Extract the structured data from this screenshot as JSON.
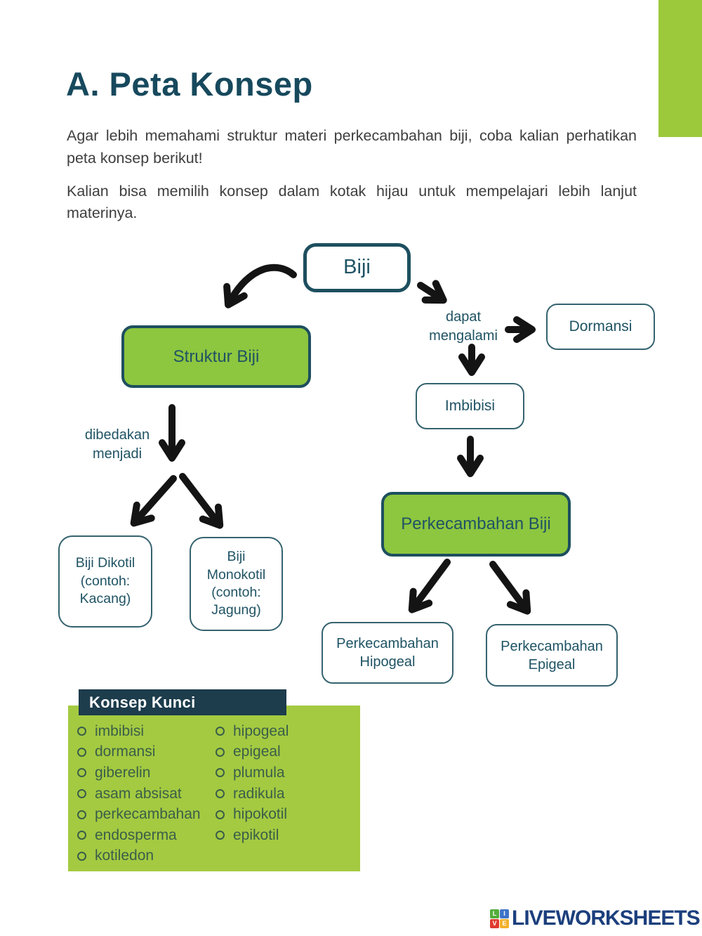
{
  "page": {
    "title": "A. Peta Konsep",
    "paragraph1": "Agar lebih memahami struktur materi perkecambahan biji, coba kalian perhatikan peta konsep berikut!",
    "paragraph2": "Kalian bisa memilih konsep dalam kotak hijau untuk mempelajari lebih lanjut materinya."
  },
  "diagram": {
    "nodes": {
      "biji": "Biji",
      "struktur_biji": "Struktur Biji",
      "dormansi": "Dormansi",
      "imbibisi": "Imbibisi",
      "perkecambahan_biji": "Perkecambahan Biji",
      "biji_dikotil": [
        "Biji Dikotil",
        "(contoh:",
        "Kacang)"
      ],
      "biji_monokotil": [
        "Biji",
        "Monokotil",
        "(contoh:",
        "Jagung)"
      ],
      "perkecambahan_hipogeal": [
        "Perkecambahan",
        "Hipogeal"
      ],
      "perkecambahan_epigeal": [
        "Perkecambahan",
        "Epigeal"
      ]
    },
    "labels": {
      "dapat_mengalami": [
        "dapat",
        "mengalami"
      ],
      "dibedakan_menjadi": [
        "dibedakan",
        "menjadi"
      ]
    }
  },
  "konsep_kunci": {
    "header": "Konsep Kunci",
    "col1": [
      "imbibisi",
      "dormansi",
      "giberelin",
      "asam absisat",
      "perkecambahan",
      "endosperma",
      "kotiledon"
    ],
    "col2": [
      "hipogeal",
      "epigeal",
      "plumula",
      "radikula",
      "hipokotil",
      "epikotil"
    ]
  },
  "footer": {
    "logo_text": "LIVEWORKSHEETS",
    "logo_letters": [
      "L",
      "I",
      "V",
      "E"
    ],
    "logo_square_colors": [
      "#54ad3a",
      "#3e74c7",
      "#e03a2f",
      "#f3b229"
    ],
    "logo_text_color": "#1c3f7d"
  },
  "colors": {
    "accent_green": "#8dc63f",
    "panel_green": "#a4ca41",
    "corner_bar_green": "#9cc93c",
    "dark_teal": "#1d4f5f",
    "header_bar": "#1d3c4c",
    "arrow_black": "#141414"
  }
}
